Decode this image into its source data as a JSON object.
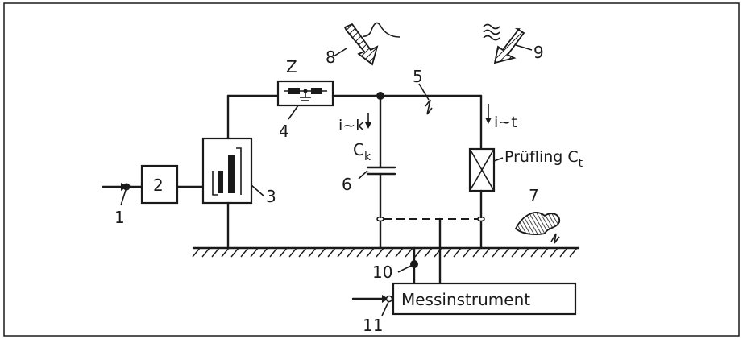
{
  "components": {
    "label_1": "1",
    "label_2": "2",
    "label_3": "3",
    "label_4": "4",
    "label_5": "5",
    "label_6": "6",
    "label_7": "7",
    "label_8": "8",
    "label_9": "9",
    "label_10": "10",
    "label_11": "11",
    "impedance": "Z",
    "current_k": "i~k",
    "current_t": "i~t",
    "capacitor_main": "C",
    "capacitor_sub": "k",
    "specimen_main": "Prüfling C",
    "specimen_sub": "t",
    "instrument": "Messinstrument"
  }
}
